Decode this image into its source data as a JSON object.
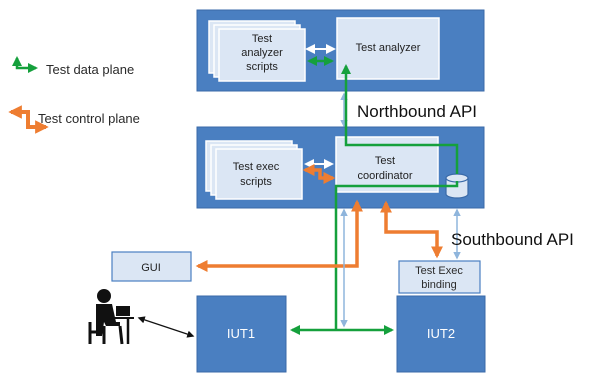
{
  "legend": {
    "data_plane_label": "Test data plane",
    "control_plane_label": "Test control plane"
  },
  "top_box": {
    "scripts_label_line1": "Test",
    "scripts_label_line2": "analyzer",
    "scripts_label_line3": "scripts",
    "analyzer_label": "Test analyzer"
  },
  "northbound_label": "Northbound API",
  "middle_box": {
    "scripts_label_line1": "Test exec",
    "scripts_label_line2": "scripts",
    "coordinator_line1": "Test",
    "coordinator_line2": "coordinator"
  },
  "southbound_label": "Southbound API",
  "gui_label": "GUI",
  "binding_line1": "Test Exec",
  "binding_line2": "binding",
  "iut1_label": "IUT1",
  "iut2_label": "IUT2",
  "colors": {
    "box_blue": "#4a7fc1",
    "box_border": "#3a6aa8",
    "inner_box": "#dbe6f4",
    "data_plane_green": "#15a03c",
    "control_plane_orange": "#ee7d31",
    "thin_link_blue": "#8fb5dc"
  }
}
